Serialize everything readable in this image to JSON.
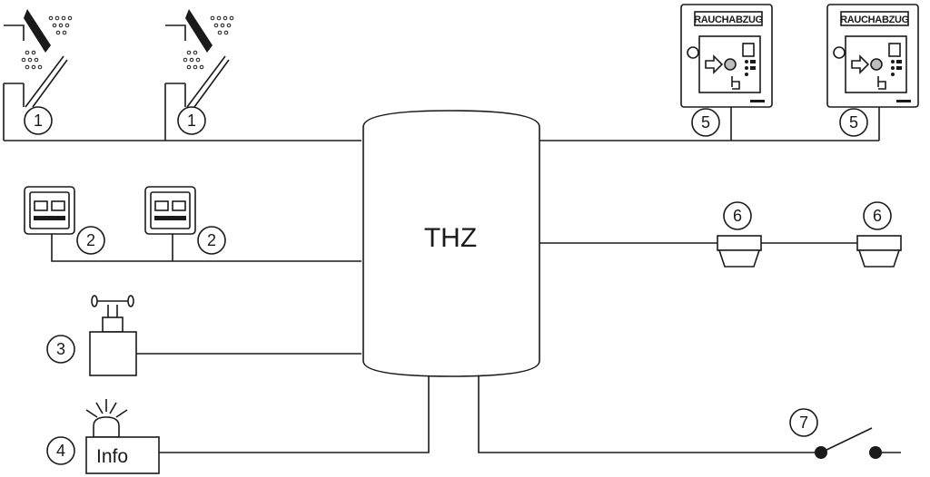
{
  "center_unit": {
    "label": "THZ"
  },
  "callouts": {
    "window_1": "1",
    "window_2": "1",
    "switch_1": "2",
    "switch_2": "2",
    "thermo": "3",
    "alarm": "4",
    "panel_1": "5",
    "panel_2": "5",
    "detector_1": "6",
    "detector_2": "6",
    "contact": "7"
  },
  "alarm_box": {
    "label": "Info"
  },
  "smoke_panel": {
    "title": "RAUCHABZUG"
  },
  "colors": {
    "stroke": "#1a1a1a",
    "fill": "#ffffff",
    "panel_grey": "#bdbdbd"
  }
}
